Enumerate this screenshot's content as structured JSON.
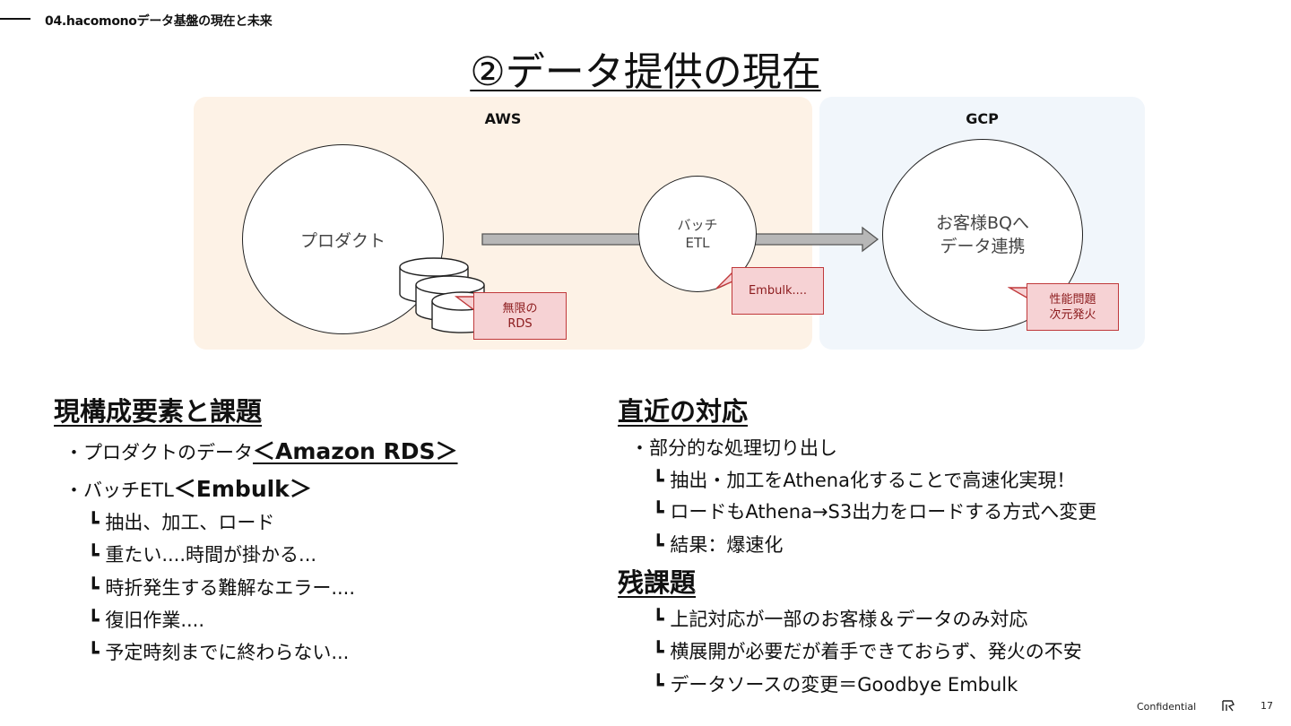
{
  "header": {
    "breadcrumb": "04.hacomonoデータ基盤の現在と未来"
  },
  "title": "②データ提供の現在",
  "diagram": {
    "aws_label": "AWS",
    "gcp_label": "GCP",
    "product": "プロダクト",
    "batch_line1": "バッチ",
    "batch_line2": "ETL",
    "customer_line1": "お客様BQへ",
    "customer_line2": "データ連携",
    "callout_rds_line1": "無限の",
    "callout_rds_line2": "RDS",
    "callout_embulk": "Embulk....",
    "callout_gcp_line1": "性能問題",
    "callout_gcp_line2": "次元発火"
  },
  "left": {
    "title": "現構成要素と課題",
    "item1_prefix": "・プロダクトのデータ",
    "item1_em": "＜Amazon RDS＞",
    "item2_prefix": "・バッチETL",
    "item2_em": "＜Embulk＞",
    "sub": [
      "┗ 抽出、加工、ロード",
      "┗ 重たい....時間が掛かる...",
      "┗ 時折発生する難解なエラー....",
      "┗ 復旧作業....",
      "┗ 予定時刻までに終わらない..."
    ]
  },
  "right": {
    "title1": "直近の対応",
    "item1": "・部分的な処理切り出し",
    "sub1": [
      "┗ 抽出・加工をAthena化することで高速化実現！",
      "┗ ロードもAthena→S3出力をロードする方式へ変更",
      "┗ 結果：爆速化"
    ],
    "title2": "残課題",
    "sub2": [
      "┗ 上記対応が一部のお客様＆データのみ対応",
      "┗  横展開が必要だが着手できておらず、発火の不安",
      "┗  データソースの変更＝Goodbye Embulk"
    ]
  },
  "footer": {
    "confidential": "Confidential",
    "page": "17"
  }
}
